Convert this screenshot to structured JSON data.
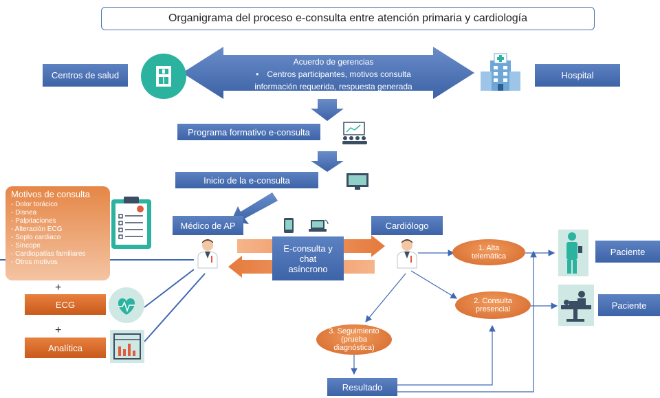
{
  "title": "Organigrama del proceso e-consulta entre atención primaria y cardiología",
  "top": {
    "left_box": "Centros de salud",
    "right_box": "Hospital",
    "arrow_heading": "Acuerdo de gerencias",
    "arrow_bullet": "Centros participantes, motivos consulta",
    "arrow_line2": "información requerida, respuesta generada"
  },
  "steps": {
    "training": "Programa formativo e-consulta",
    "start": "Inicio de la e-consulta"
  },
  "motivos": {
    "title": "Motivos de consulta",
    "items": [
      "- Dolor torácico",
      "- Disnea",
      "- Palpitaciones",
      "- Alteración ECG",
      "- Soplo cardiaco",
      "- Síncope",
      "- Cardiopatías familiares",
      "- Otros motivos"
    ]
  },
  "plus": "+",
  "ecg": "ECG",
  "analitica": "Analítica",
  "medico": "Médico de AP",
  "cardiologo": "Cardiólogo",
  "econsulta": {
    "line1": "E-consulta y",
    "line2": "chat",
    "line3": "asíncrono"
  },
  "outcomes": {
    "alta_1": "1. Alta",
    "alta_2": "telemática",
    "presencial_1": "2. Consulta",
    "presencial_2": "presencial",
    "seguimiento_1": "3. Seguimiento",
    "seguimiento_2": "(prueba",
    "seguimiento_3": "diagnóstica)",
    "resultado": "Resultado"
  },
  "paciente_1": "Paciente",
  "paciente_2": "Paciente",
  "icons": [
    "health-center-icon",
    "hospital-icon",
    "training-group-icon",
    "monitor-icon",
    "clipboard-icon",
    "heart-ecg-icon",
    "lab-chart-icon",
    "smartphone-icon",
    "laptop-icon",
    "doctor-icon",
    "patient-standing-icon",
    "patient-bed-icon"
  ],
  "colors": {
    "blue": "#4a6fb5",
    "orange": "#d8692b",
    "teal": "#2bb3a0",
    "line": "#3f67b3"
  }
}
